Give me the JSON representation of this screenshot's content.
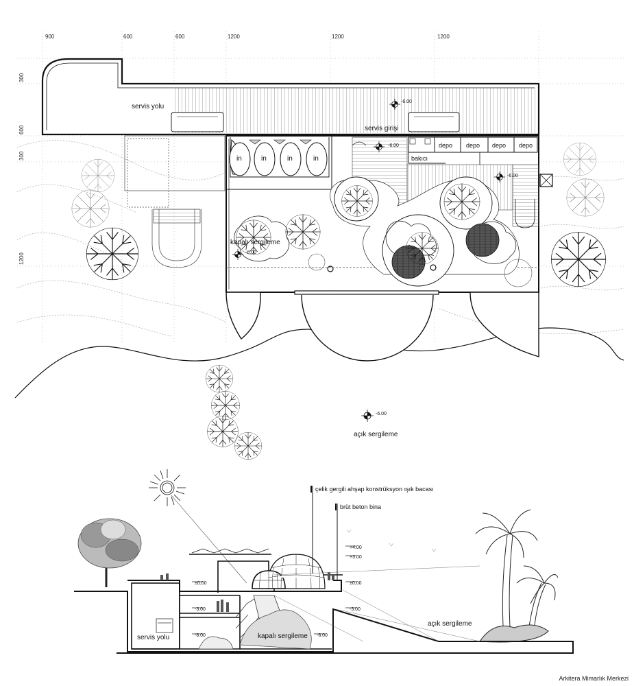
{
  "dimensions": {
    "top": [
      "900",
      "600",
      "600",
      "1200",
      "1200",
      "1200"
    ],
    "left": [
      "300",
      "600",
      "300",
      "1200"
    ]
  },
  "plan": {
    "service_road": "servis yolu",
    "service_entrance": "servis girişi",
    "wc_labels": [
      "in",
      "in",
      "in",
      "in"
    ],
    "caretaker": "bakıcı",
    "storage_labels": [
      "depo",
      "depo",
      "depo",
      "depo"
    ],
    "closed_exhibition": "kapalı sergileme",
    "open_exhibition": "açık sergileme",
    "levels": {
      "road": "-6.00",
      "entrance": "-6.00",
      "stair": "-6.00",
      "interior": "-6.00",
      "outside": "-6.00"
    }
  },
  "section": {
    "light_shaft_note": "çelik gergili ahşap konstrüksyon ışık bacası",
    "concrete_note": "brüt beton bina",
    "service_road": "servis yolu",
    "closed_exhibition": "kapalı sergileme",
    "open_exhibition": "açık sergileme",
    "levels": {
      "roof_top": "+4.00",
      "roof": "+3.00",
      "roof_left": "±0.00",
      "ground_right": "±0.00",
      "mid_left": "-3.00",
      "mid_right": "-3.00",
      "floor_left": "-6.00",
      "floor_mid": "-6.00"
    }
  },
  "credit": "Arkitera Mimarlık Merkezi"
}
